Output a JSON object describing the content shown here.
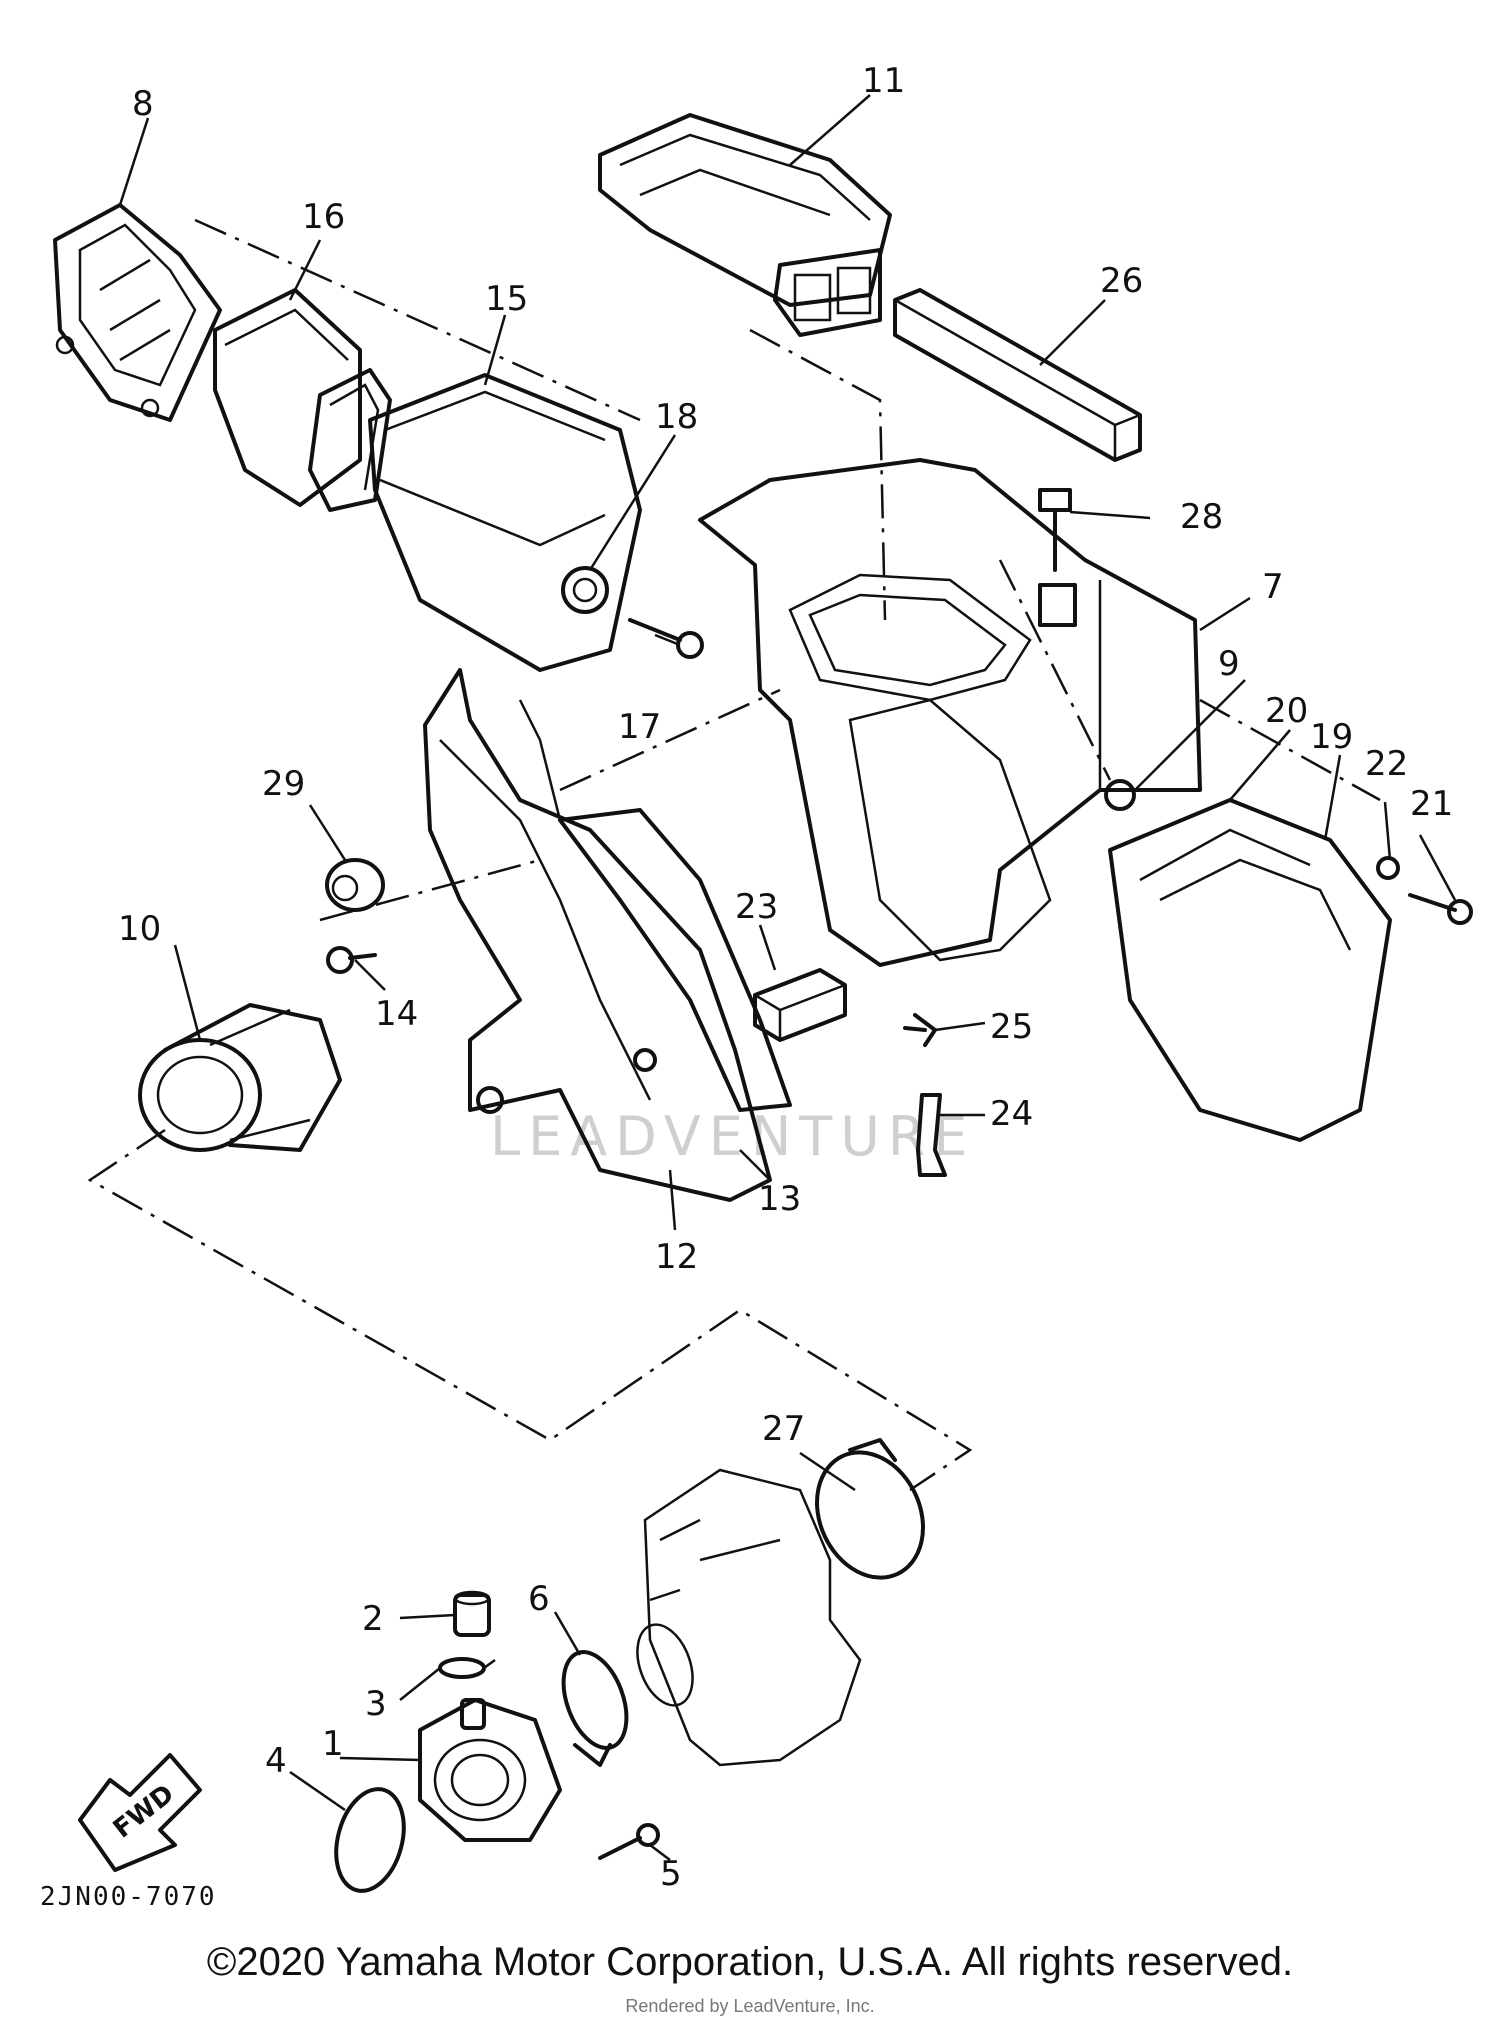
{
  "diagram": {
    "callouts": [
      "1",
      "2",
      "3",
      "4",
      "5",
      "6",
      "7",
      "8",
      "9",
      "10",
      "11",
      "12",
      "13",
      "14",
      "15",
      "16",
      "17",
      "18",
      "19",
      "20",
      "21",
      "22",
      "23",
      "24",
      "25",
      "26",
      "27",
      "28",
      "29"
    ],
    "diagram_code": "2JN00-7070",
    "fwd_label": "FWD",
    "watermark": "LEADVENTURE"
  },
  "footer": {
    "copyright": "©2020 Yamaha Motor Corporation, U.S.A. All rights reserved.",
    "rendered_by": "Rendered by LeadVenture, Inc."
  }
}
